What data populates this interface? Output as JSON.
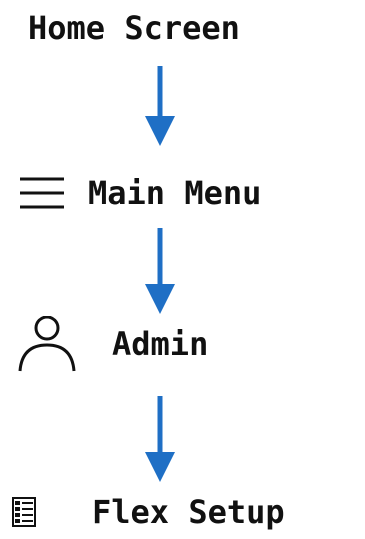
{
  "steps": [
    {
      "label": "Home Screen",
      "icon": ""
    },
    {
      "label": "Main Menu",
      "icon": "hamburger-menu-icon"
    },
    {
      "label": "Admin",
      "icon": "user-person-icon"
    },
    {
      "label": "Flex Setup",
      "icon": "list-settings-icon"
    }
  ],
  "colors": {
    "text": "#111111",
    "arrow": "#1f6fc5",
    "icon": "#111111"
  }
}
